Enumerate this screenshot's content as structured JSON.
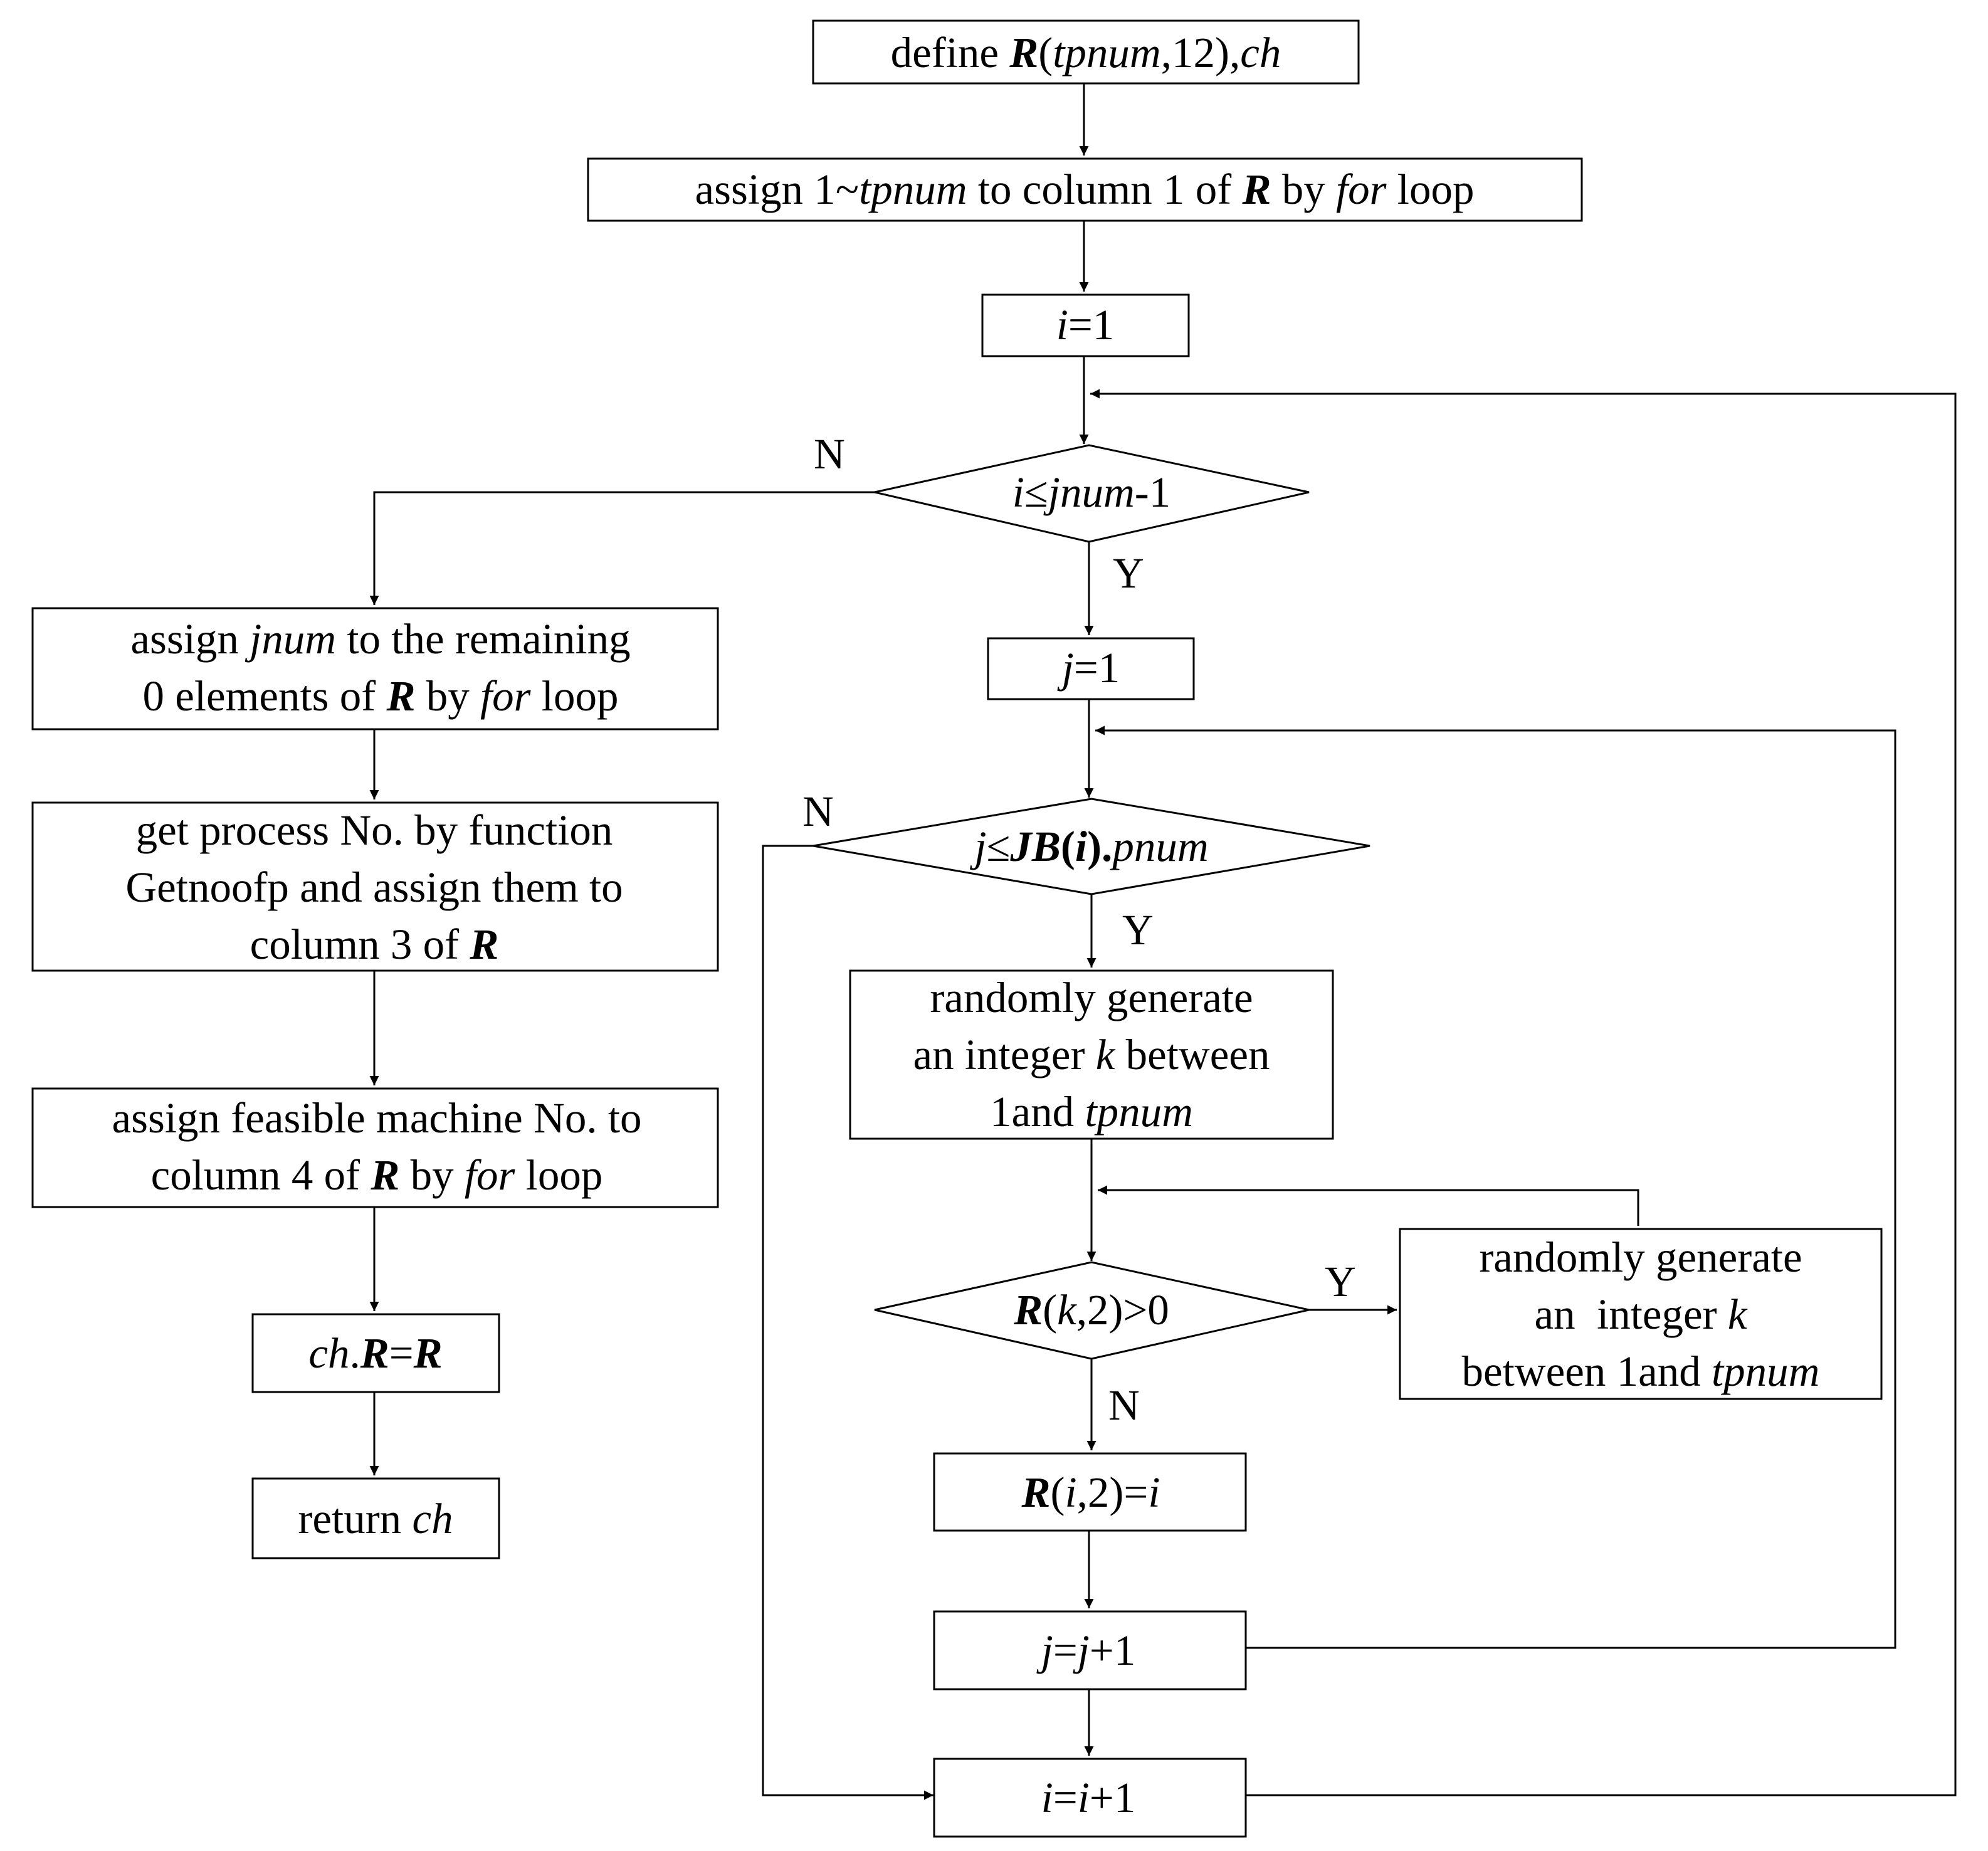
{
  "nodes": {
    "define": {
      "runs": [
        [
          "define ",
          ""
        ],
        [
          "R",
          "bi"
        ],
        [
          "(",
          ""
        ],
        [
          "tpnum",
          "i"
        ],
        [
          ",12),",
          ""
        ],
        [
          "ch",
          "i"
        ]
      ]
    },
    "assign_col1": {
      "runs": [
        [
          "assign 1~",
          ""
        ],
        [
          "tpnum",
          "i"
        ],
        [
          " to column 1 of ",
          ""
        ],
        [
          "R",
          "bi"
        ],
        [
          " by ",
          ""
        ],
        [
          "for",
          "i"
        ],
        [
          " loop",
          ""
        ]
      ]
    },
    "i_init": {
      "runs": [
        [
          "i",
          "i"
        ],
        [
          "=1",
          ""
        ]
      ]
    },
    "cond_i": {
      "runs": [
        [
          "i",
          "i"
        ],
        [
          "≤",
          ""
        ],
        [
          "jnum",
          "i"
        ],
        [
          "-1",
          ""
        ]
      ]
    },
    "assign_remaining": {
      "lines": [
        [
          [
            "assign ",
            ""
          ],
          [
            "jnum",
            "i"
          ],
          [
            " to the remaining",
            ""
          ]
        ],
        [
          [
            "0 elements of ",
            ""
          ],
          [
            "R",
            "bi"
          ],
          [
            " by ",
            ""
          ],
          [
            "for",
            "i"
          ],
          [
            " loop",
            ""
          ]
        ]
      ]
    },
    "get_process": {
      "lines": [
        [
          [
            "get process No. by function",
            ""
          ]
        ],
        [
          [
            "Getnoofp and assign them to",
            ""
          ]
        ],
        [
          [
            "column 3 of ",
            ""
          ],
          [
            "R",
            "bi"
          ]
        ]
      ]
    },
    "assign_machine": {
      "lines": [
        [
          [
            "assign feasible machine No. to",
            ""
          ]
        ],
        [
          [
            "column 4 of ",
            ""
          ],
          [
            "R",
            "bi"
          ],
          [
            " by ",
            ""
          ],
          [
            "for",
            "i"
          ],
          [
            " loop",
            ""
          ]
        ]
      ]
    },
    "ch_R": {
      "runs": [
        [
          "ch",
          "i"
        ],
        [
          ".",
          ""
        ],
        [
          "R",
          "bi"
        ],
        [
          "=",
          ""
        ],
        [
          "R",
          "bi"
        ]
      ]
    },
    "return_ch": {
      "runs": [
        [
          "return ",
          ""
        ],
        [
          "ch",
          "i"
        ]
      ]
    },
    "j_init": {
      "runs": [
        [
          "j",
          "i"
        ],
        [
          "=1",
          ""
        ]
      ]
    },
    "cond_j": {
      "runs": [
        [
          "j",
          "i"
        ],
        [
          "≤",
          ""
        ],
        [
          "JB",
          "bi"
        ],
        [
          "(",
          "b"
        ],
        [
          "i",
          "bi"
        ],
        [
          ").",
          "b"
        ],
        [
          "pnum",
          "i"
        ]
      ]
    },
    "gen_k1": {
      "lines": [
        [
          [
            "randomly generate",
            ""
          ]
        ],
        [
          [
            "an integer ",
            ""
          ],
          [
            "k",
            "i"
          ],
          [
            " between",
            ""
          ]
        ],
        [
          [
            "1and ",
            ""
          ],
          [
            "tpnum",
            "i"
          ]
        ]
      ]
    },
    "cond_R": {
      "runs": [
        [
          "R",
          "bi"
        ],
        [
          "(",
          ""
        ],
        [
          "k",
          "i"
        ],
        [
          ",2)>0",
          ""
        ]
      ]
    },
    "gen_k2": {
      "lines": [
        [
          [
            "randomly generate",
            ""
          ]
        ],
        [
          [
            "an  integer ",
            ""
          ],
          [
            "k",
            "i"
          ]
        ],
        [
          [
            "between 1and ",
            ""
          ],
          [
            "tpnum",
            "i"
          ]
        ]
      ]
    },
    "R_assign": {
      "runs": [
        [
          "R",
          "bi"
        ],
        [
          "(",
          ""
        ],
        [
          "i",
          "i"
        ],
        [
          ",2)=",
          ""
        ],
        [
          "i",
          "i"
        ]
      ]
    },
    "j_inc": {
      "runs": [
        [
          "j",
          "i"
        ],
        [
          "=",
          ""
        ],
        [
          "j",
          "i"
        ],
        [
          "+1",
          ""
        ]
      ]
    },
    "i_inc": {
      "runs": [
        [
          "i",
          "i"
        ],
        [
          "=",
          ""
        ],
        [
          "i",
          "i"
        ],
        [
          "+1",
          ""
        ]
      ]
    }
  },
  "edge_labels": {
    "cond_i_no": "N",
    "cond_i_yes": "Y",
    "cond_j_no": "N",
    "cond_j_yes": "Y",
    "cond_R_yes": "Y",
    "cond_R_no": "N"
  }
}
